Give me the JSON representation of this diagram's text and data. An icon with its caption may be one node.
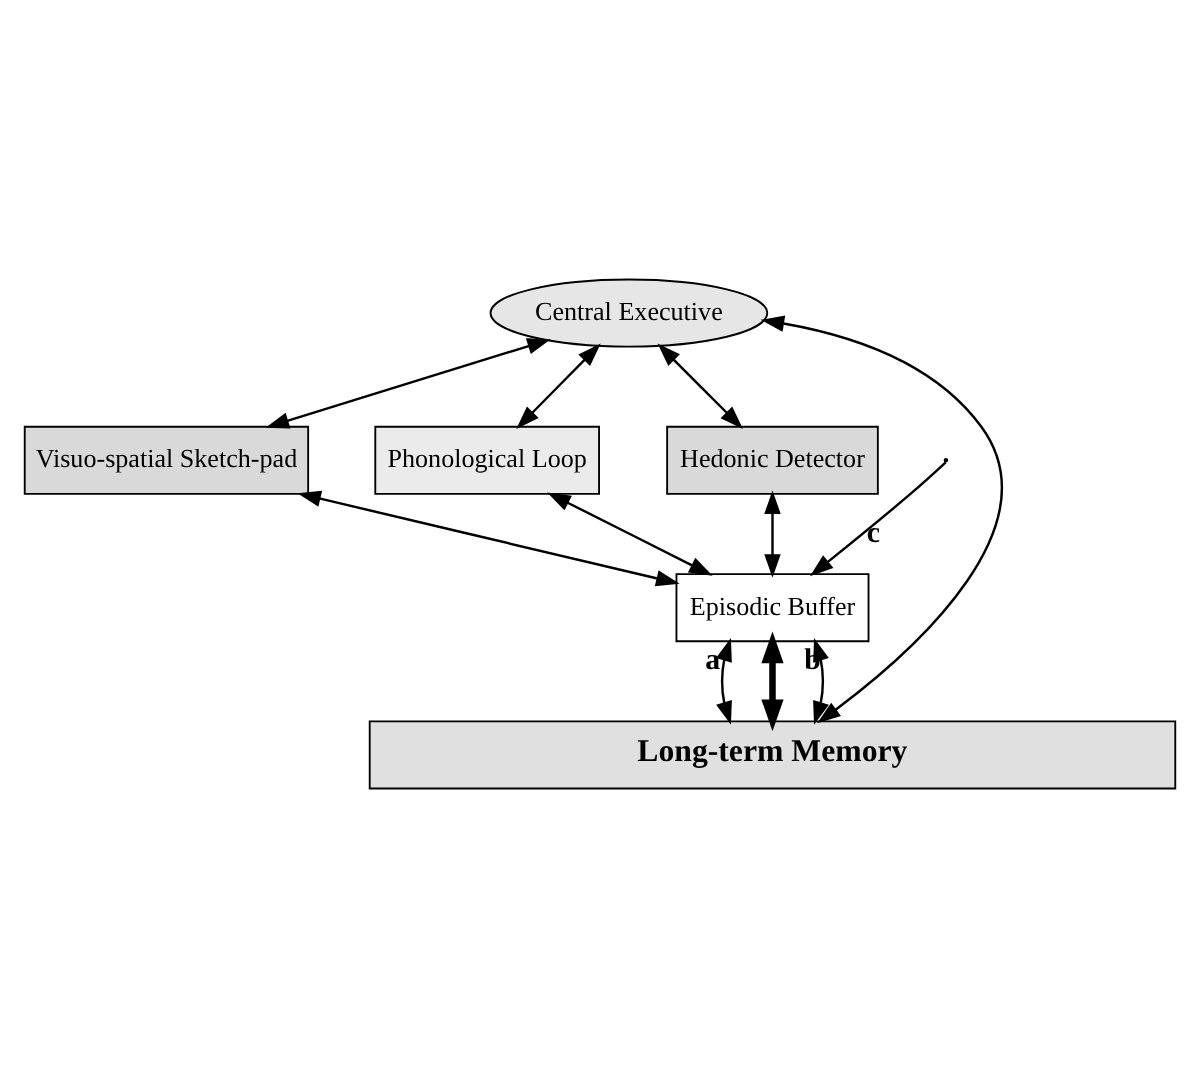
{
  "diagram": {
    "nodes": [
      {
        "text": [
          "Central Executive"
        ]
      },
      {
        "text": [
          "Visuo-spatial Sketch-pad"
        ]
      },
      {
        "text": [
          "Phonological Loop"
        ]
      },
      {
        "text": [
          "Hedonic Detector"
        ]
      },
      {
        "text": [
          "Episodic Buffer"
        ]
      },
      {
        "text": [
          "Long-term Memory"
        ]
      }
    ],
    "edges": [
      {
        "from": 0,
        "to": 1,
        "arrow": "both"
      },
      {
        "from": 0,
        "to": 2,
        "arrow": "both"
      },
      {
        "from": 0,
        "to": 3,
        "arrow": "both"
      },
      {
        "from": 1,
        "to": 4,
        "arrow": "both"
      },
      {
        "from": 2,
        "to": 4,
        "arrow": "both"
      },
      {
        "from": 3,
        "to": 4,
        "arrow": "both"
      },
      {
        "from": 0,
        "to": 5,
        "arrow": "both"
      },
      {
        "from": null,
        "to": 4,
        "arrow": "to",
        "label": "c"
      },
      {
        "from": 4,
        "to": 5,
        "arrow": "both",
        "label": "a"
      },
      {
        "from": 4,
        "to": 5,
        "arrow": "both",
        "style": "thick"
      },
      {
        "from": 4,
        "to": 5,
        "arrow": "both",
        "label": "b"
      }
    ]
  }
}
